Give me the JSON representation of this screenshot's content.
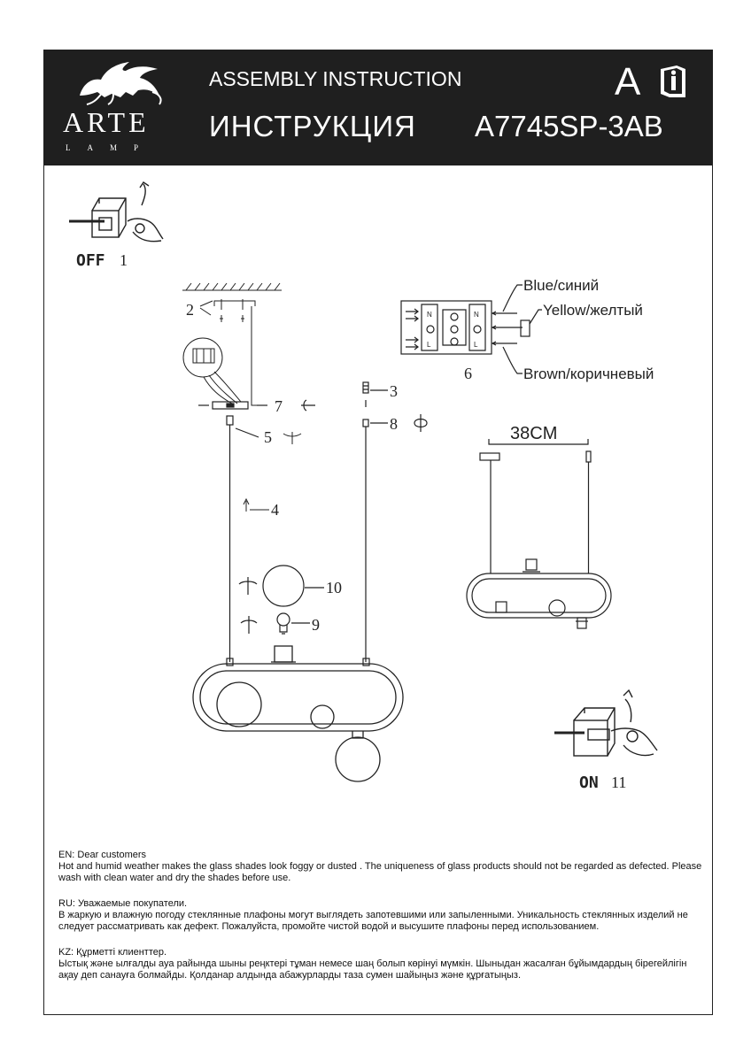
{
  "header": {
    "brand": "ARTE",
    "brand_sub": "LAMP",
    "title_en": "ASSEMBLY INSTRUCTION",
    "title_ru": "ИНСТРУКЦИЯ",
    "letter": "A",
    "model": "A7745SP-3AB",
    "icon": "info-book-icon"
  },
  "steps": {
    "off_label": "OFF",
    "off_num": "1",
    "on_label": "ON",
    "on_num": "11",
    "n2": "2",
    "n3": "3",
    "n4": "4",
    "n5": "5",
    "n6": "6",
    "n7": "7",
    "n8": "8",
    "n9": "9",
    "n10": "10"
  },
  "wiring": {
    "blue": "Blue/синий",
    "yellow": "Yellow/желтый",
    "brown": "Brown/коричневый",
    "terminal_n": "N",
    "terminal_l": "L"
  },
  "dimension": "38CM",
  "notes": {
    "en_head": "EN: Dear customers",
    "en_body": "Hot and humid weather makes the glass shades look foggy or dusted . The uniqueness of glass products should not be regarded as defected.  Please wash with clean water and dry the shades before use.",
    "ru_head": "RU: Уважаемые покупатели.",
    "ru_body": "В жаркую и влажную погоду стеклянные плафоны могут выглядеть запотевшими или запыленными. Уникальность стеклянных изделий не следует рассматривать как дефект. Пожалуйста, промойте чистой водой и высушите плафоны перед использованием.",
    "kz_head": "KZ: Құрметті клиенттер.",
    "kz_body": "Ыстық және ылғалды ауа райында шыны реңктері тұман немесе шаң болып көрінуі мүмкін. Шыныдан жасалған бұйымдардың бірегейлігін ақау деп санауға болмайды. Қолданар алдында абажурларды таза сумен шайыңыз және құрғатыңыз."
  }
}
